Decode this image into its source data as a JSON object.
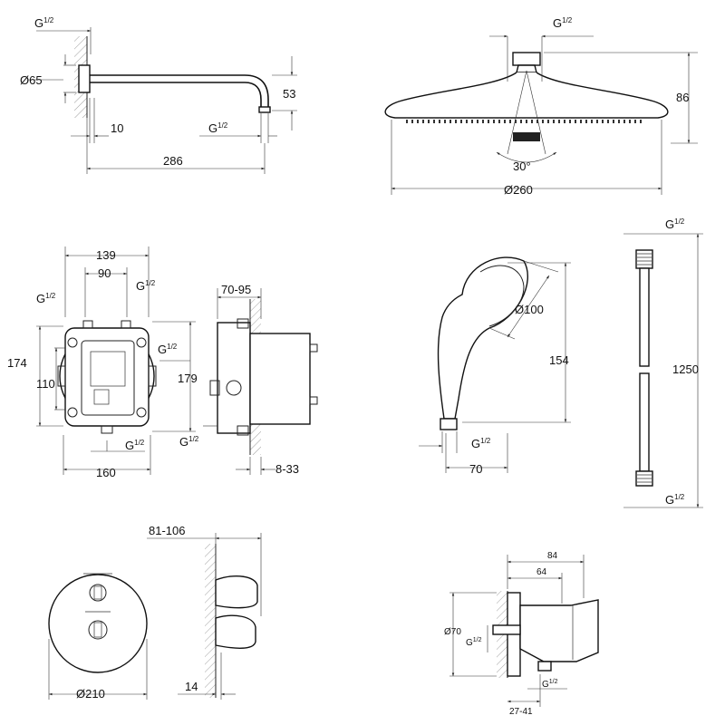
{
  "shower_arm": {
    "thread_top": "G",
    "thread_top_frac": "1/2",
    "diameter": "Ø65",
    "width": "10",
    "thread_end": "G",
    "thread_end_frac": "1/2",
    "drop": "53",
    "length": "286"
  },
  "head_shower": {
    "thread": "G",
    "thread_frac": "1/2",
    "height": "86",
    "angle": "30°",
    "diameter": "Ø260"
  },
  "box_front": {
    "width_top": "139",
    "inner_width": "90",
    "thread_tl": "G",
    "thread_tl_frac": "1/2",
    "thread_tr": "G",
    "thread_tr_frac": "1/2",
    "thread_right": "G",
    "thread_right_frac": "1/2",
    "thread_bottom": "G",
    "thread_bottom_frac": "1/2",
    "height_outer": "174",
    "height_inner": "110",
    "height_right": "179",
    "width_bottom": "160"
  },
  "box_side": {
    "depth": "70-95",
    "thread": "G",
    "thread_frac": "1/2",
    "wall": "8-33"
  },
  "hand_shower": {
    "diameter": "Ø100",
    "length": "154",
    "thread": "G",
    "thread_frac": "1/2",
    "width": "70"
  },
  "hose": {
    "thread_top": "G",
    "thread_top_frac": "1/2",
    "length": "1250",
    "thread_bottom": "G",
    "thread_bottom_frac": "1/2"
  },
  "trim": {
    "depth": "81-106",
    "diameter": "Ø210",
    "offset": "14"
  },
  "wall_outlet": {
    "width": "84",
    "inner_width": "64",
    "diameter": "Ø70",
    "thread_side": "G",
    "thread_side_frac": "1/2",
    "thread_bottom": "G",
    "thread_bottom_frac": "1/2",
    "range": "27-41"
  }
}
